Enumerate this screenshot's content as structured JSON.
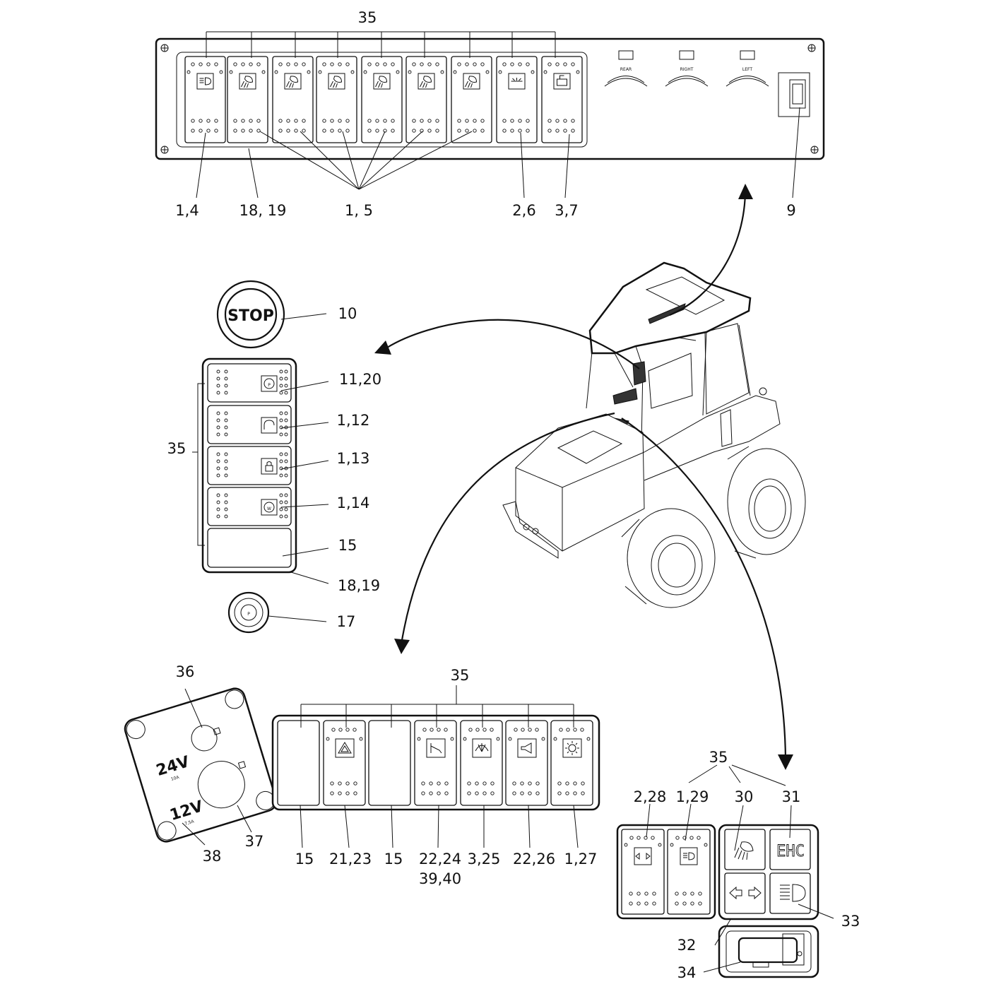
{
  "top_panel": {
    "group_callout": "35",
    "labels": {
      "rear": "REAR",
      "right": "RIGHT",
      "left": "LEFT"
    },
    "callouts": [
      "1,4",
      "18, 19",
      "1, 5",
      "2,6",
      "3,7",
      "9"
    ]
  },
  "left_console": {
    "stop_label": "STOP",
    "callouts": [
      "10",
      "11,20",
      "1,12",
      "35",
      "1,13",
      "1,14",
      "15",
      "18,19",
      "17"
    ]
  },
  "socket_plate": {
    "v24": "24V",
    "a10": "10A",
    "v12": "12V",
    "a75": "7,5A",
    "callouts": [
      "36",
      "37",
      "38"
    ]
  },
  "bottom_panel": {
    "group_callout": "35",
    "callouts": [
      "15",
      "21,23",
      "15",
      "22,24",
      "39,40",
      "3,25",
      "22,26",
      "1,27"
    ]
  },
  "right_group": {
    "group_callout": "35",
    "callouts": [
      "2,28",
      "1,29",
      "30",
      "31",
      "32",
      "33",
      "34"
    ],
    "ehc_label": "EHC"
  }
}
